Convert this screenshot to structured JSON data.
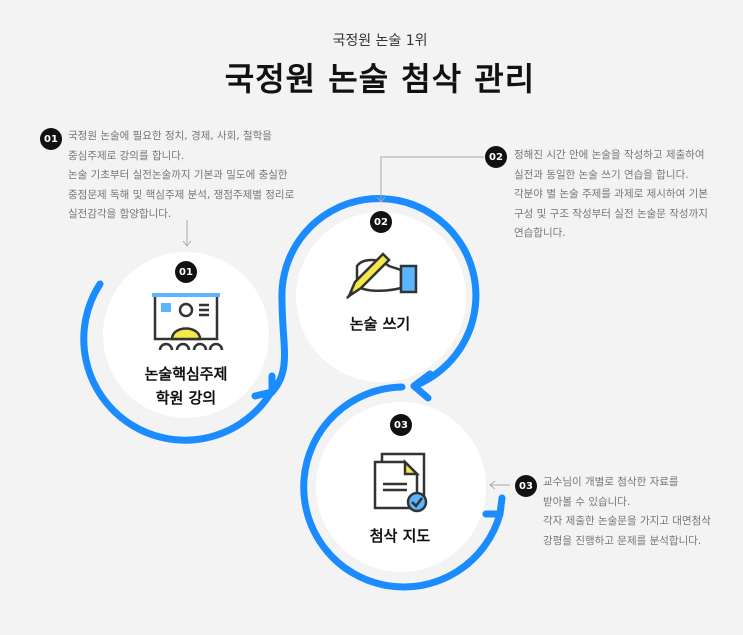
{
  "header": {
    "subtitle": "국정원 논술 1위",
    "title": "국정원 논술 첨삭 관리"
  },
  "steps": [
    {
      "number": "01",
      "label_lines": [
        "논술핵심주제",
        "학원 강의"
      ],
      "icon": "lecture-presentation-icon",
      "description": [
        "국정원 논술에 필요한 정치, 경제, 사회, 철학을",
        "중심주제로 강의를 합니다.",
        "논술 기초부터 실전논술까지 기본과 밀도에 충실한",
        "중점문제 독해 및 핵심주제 분석, 쟁점주제별 정리로",
        "실전감각을 함양합니다."
      ]
    },
    {
      "number": "02",
      "label_lines": [
        "논술 쓰기"
      ],
      "icon": "hand-writing-pen-icon",
      "description": [
        "정해진 시간 안에 논술을 작성하고 제출하여",
        "실전과 동일한 논술 쓰기 연습을 합니다.",
        "각분야 별 논술 주제를 과제로 제시하여 기본",
        "구성 및 구조 작성부터 실전 논술문 작성까지",
        "연습합니다."
      ]
    },
    {
      "number": "03",
      "label_lines": [
        "첨삭 지도"
      ],
      "icon": "document-check-icon",
      "description": [
        "교수님이 개별로 첨삭한 자료를",
        "받아볼 수 있습니다.",
        "각자 제출한 논술문을 가지고 대면첨삭",
        "강평을 진행하고 문제를 분석합니다."
      ]
    }
  ],
  "colors": {
    "accent": "#1a8cff",
    "badge": "#111111",
    "text": "#777777",
    "icon_yellow": "#f5e94a",
    "icon_blue": "#5ab4ff"
  }
}
